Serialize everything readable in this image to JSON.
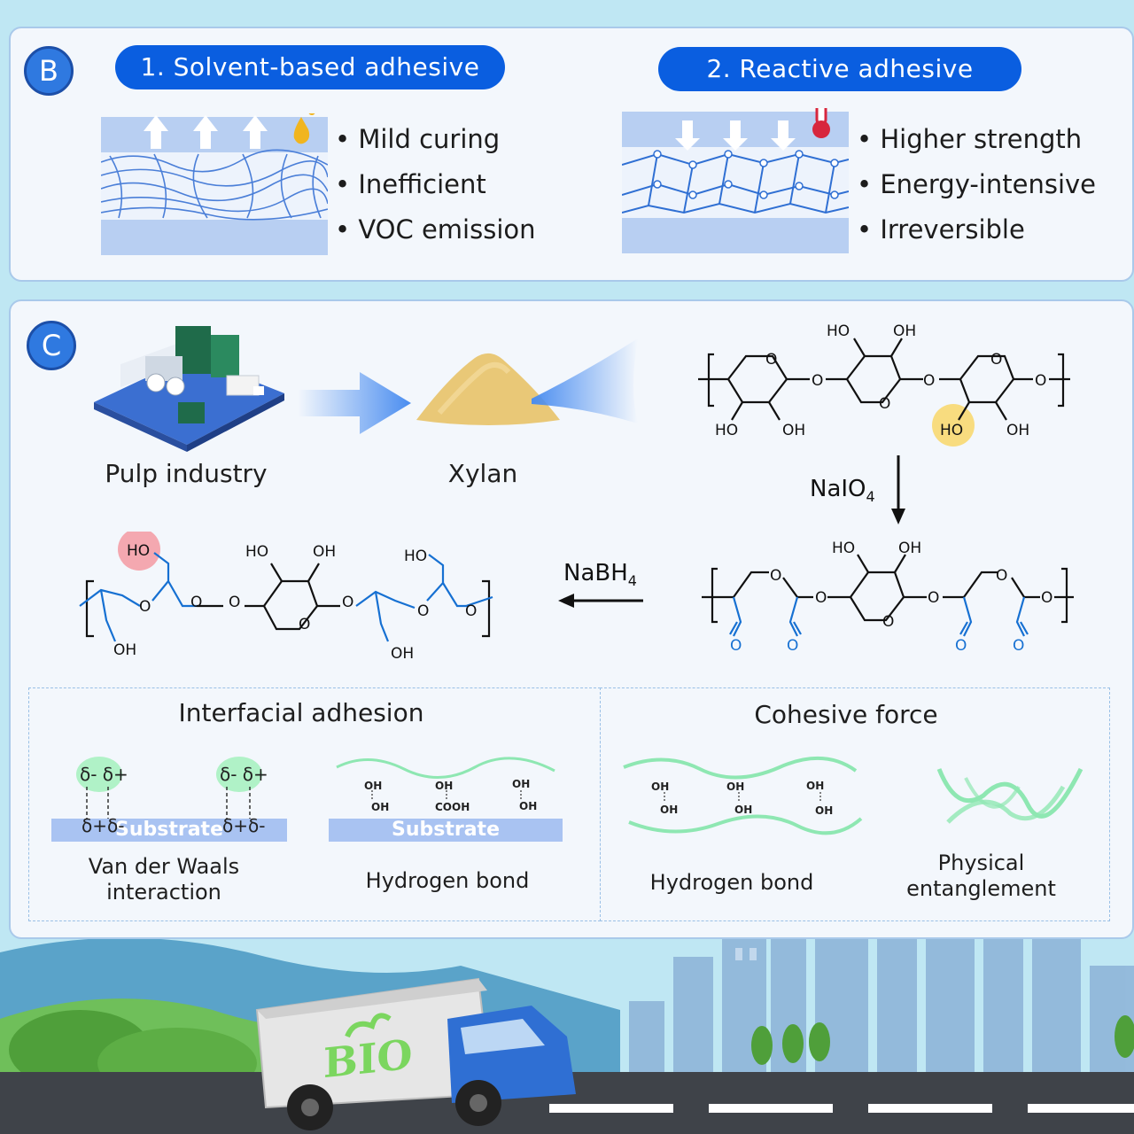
{
  "panel_b": {
    "label": "B",
    "solvent": {
      "title": "1. Solvent-based adhesive",
      "bullets": [
        "Mild curing",
        "Inefficient",
        "VOC emission"
      ]
    },
    "reactive": {
      "title": "2. Reactive adhesive",
      "bullets": [
        "Higher strength",
        "Energy-intensive",
        "Irreversible"
      ]
    }
  },
  "panel_c": {
    "label": "C",
    "pulp_label": "Pulp industry",
    "xylan_label": "Xylan",
    "naio4": {
      "main": "NaIO",
      "sub": "4"
    },
    "nabh4": {
      "main": "NaBH",
      "sub": "4"
    },
    "xylan_chem": {
      "ho": "HO",
      "oh": "OH",
      "o": "O"
    },
    "interfacial": {
      "title": "Interfacial adhesion",
      "vdw_label": "Van der Waals interaction",
      "hbond_label": "Hydrogen bond",
      "substrate": "Substrate",
      "cooh": "COOH",
      "deltas": {
        "neg_pos": "δ- δ+",
        "pos_neg": "δ+δ-"
      }
    },
    "cohesive": {
      "title": "Cohesive force",
      "hbond_label": "Hydrogen bond",
      "entangle_label": "Physical entanglement"
    }
  },
  "truck": {
    "logo": "BIO"
  },
  "colors": {
    "accent_blue": "#0a5ee0",
    "panel_bg": "#f3f7fc",
    "green_chain": "#8ee7b2",
    "highlight_yellow": "#f8dc7f",
    "highlight_pink": "#f4a8b0"
  }
}
